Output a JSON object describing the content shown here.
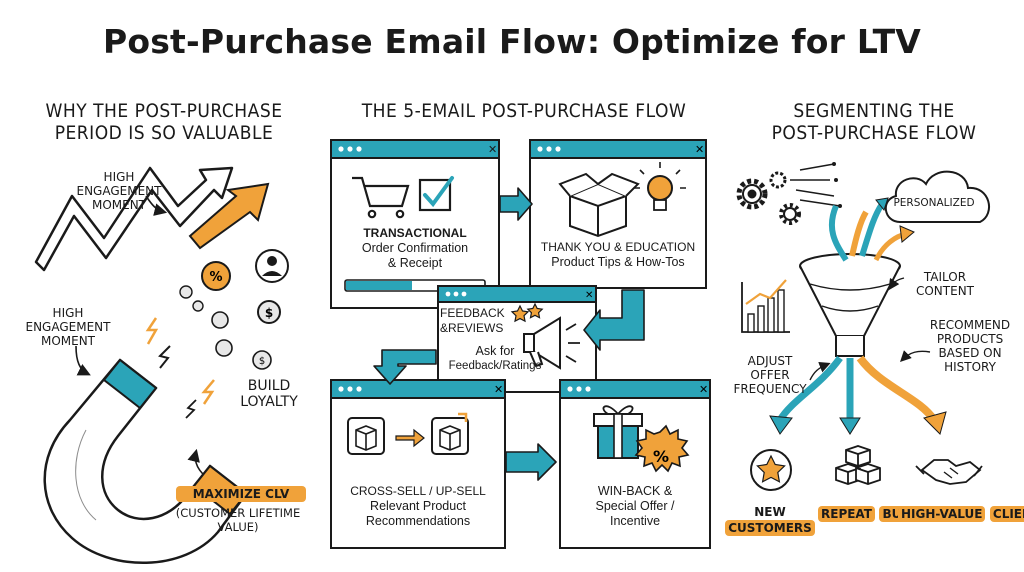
{
  "title": "Post-Purchase Email Flow: Optimize for LTV",
  "colors": {
    "teal": "#2ba4b8",
    "orange": "#f0a23a",
    "ink": "#1a1a1a"
  },
  "left": {
    "heading_line1": "WHY THE POST-PURCHASE",
    "heading_line2": "PERIOD IS SO VALUABLE",
    "label_top_1": "HIGH",
    "label_top_2": "ENGAGEMENT",
    "label_top_3": "MOMENT",
    "label_mid_1": "HIGH",
    "label_mid_2": "ENGAGEMENT",
    "label_mid_3": "MOMENT",
    "build_1": "BUILD",
    "build_2": "LOYALTY",
    "maximize": "MAXIMIZE CLV",
    "clv_1": "(CUSTOMER LIFETIME",
    "clv_2": "VALUE)",
    "icons": [
      "trend-arrow-icon",
      "magnet-icon",
      "coin-icon",
      "user-icon"
    ]
  },
  "middle": {
    "heading": "THE 5-EMAIL POST-PURCHASE FLOW",
    "email1_title": "TRANSACTIONAL",
    "email1_line1": "Order Confirmation",
    "email1_line2": "& Receipt",
    "email2_title": "THANK YOU & EDUCATION",
    "email2_line1": "Product Tips & How-Tos",
    "email3_title1": "FEEDBACK",
    "email3_title2": "&REVIEWS",
    "email3_line1": "Ask for",
    "email3_line2": "Feedback/Ratings",
    "email4_title": "CROSS-SELL / UP-SELL",
    "email4_line1": "Relevant Product",
    "email4_line2": "Recommendations",
    "email5_title": "WIN-BACK &",
    "email5_line1": "Special Offer /",
    "email5_line2": "Incentive",
    "icons": [
      "cart-icon",
      "checkbox-icon",
      "box-icon",
      "lightbulb-icon",
      "megaphone-icon",
      "star-icon",
      "gift-icon",
      "percent-icon"
    ]
  },
  "right": {
    "heading_line1": "SEGMENTING THE",
    "heading_line2": "POST-PURCHASE FLOW",
    "cloud_label": "PERSONALIZED",
    "tailor_1": "TAILOR",
    "tailor_2": "CONTENT",
    "recommend_1": "RECOMMEND",
    "recommend_2": "PRODUCTS",
    "recommend_3": "BASED ON",
    "recommend_4": "HISTORY",
    "adjust_1": "ADJUST",
    "adjust_2": "OFFER",
    "adjust_3": "FREQUENCY",
    "seg1_1": "NEW",
    "seg1_2": "CUSTOMERS",
    "seg2_1": "REPEAT",
    "seg2_2": "BUYERS",
    "seg3_1": "HIGH-VALUE",
    "seg3_2": "CLIENTS",
    "icons": [
      "gear-icon",
      "funnel-icon",
      "cloud-icon",
      "bar-chart-icon",
      "handshake-icon"
    ]
  }
}
